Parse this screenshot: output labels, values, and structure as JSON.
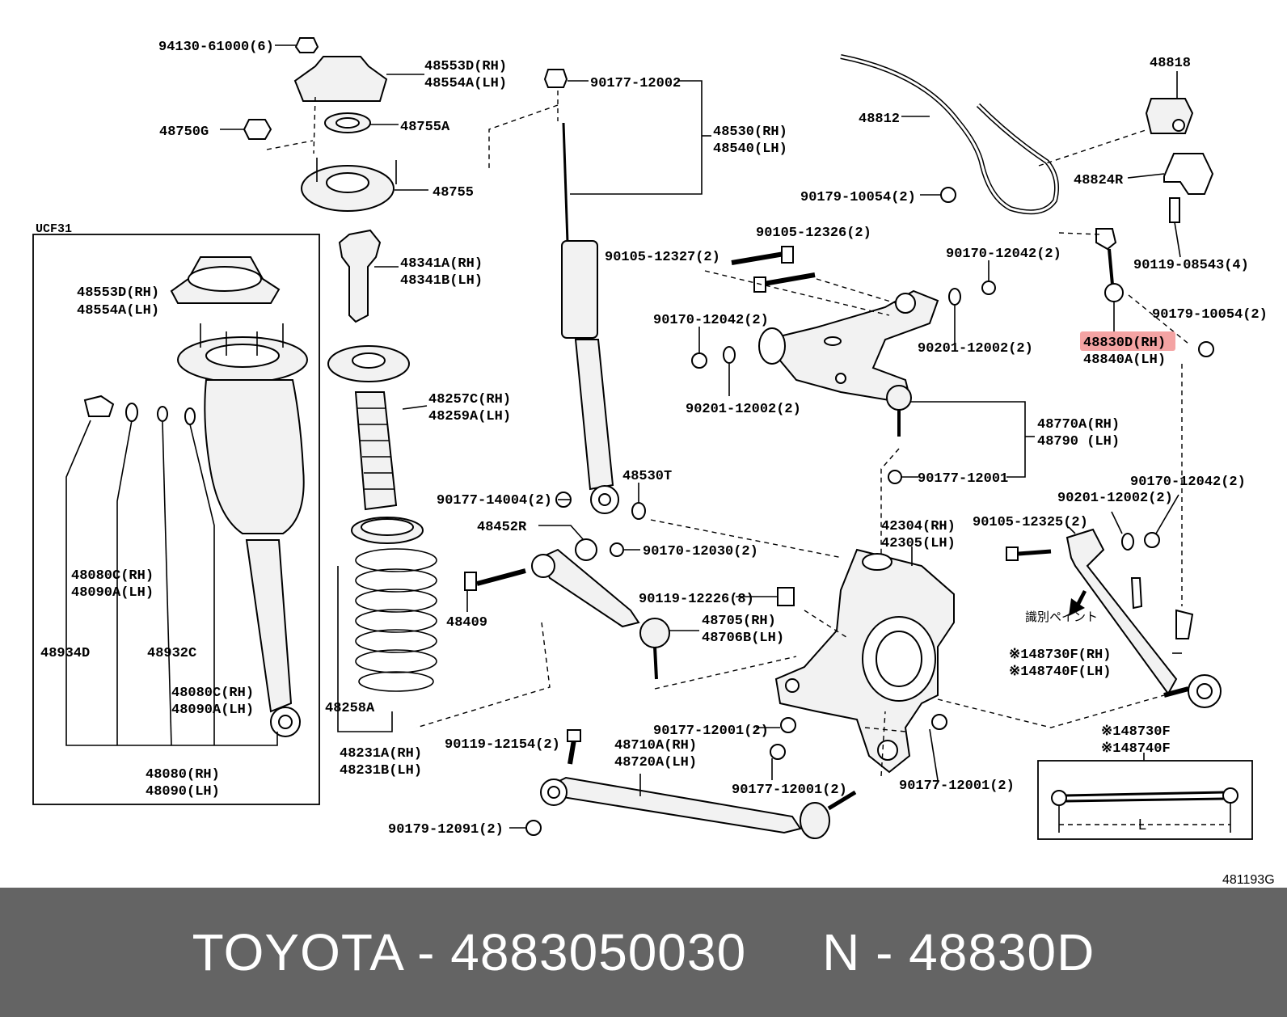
{
  "diagram": {
    "variant_label": "UCF31",
    "figure_code": "481193G",
    "highlight_color": "#f4a3a3",
    "identification_paint_note": "識別ペイント",
    "dimension_label": "L",
    "labels": {
      "l_94130": "94130-61000(6)",
      "l_48553d_top_rh": "48553D(RH)",
      "l_48554a_top_lh": "48554A(LH)",
      "l_48750g": "48750G",
      "l_48755a": "48755A",
      "l_48755": "48755",
      "l_90177_12002": "90177-12002",
      "l_48530_rh": "48530(RH)",
      "l_48540_lh": "48540(LH)",
      "l_48812": "48812",
      "l_48818": "48818",
      "l_48824r": "48824R",
      "l_90179_10054_a": "90179-10054(2)",
      "l_90105_12326": "90105-12326(2)",
      "l_90105_12327": "90105-12327(2)",
      "l_90170_12042_a": "90170-12042(2)",
      "l_90119_08543": "90119-08543(4)",
      "l_90179_10054_b": "90179-10054(2)",
      "l_48830d_rh": "48830D(RH)",
      "l_48840a_lh": "48840A(LH)",
      "l_90170_12042_b": "90170-12042(2)",
      "l_90201_12002_a": "90201-12002(2)",
      "l_90201_12002_b": "90201-12002(2)",
      "l_48341a_rh": "48341A(RH)",
      "l_48341b_lh": "48341B(LH)",
      "l_48553d_box_rh": "48553D(RH)",
      "l_48554a_box_lh": "48554A(LH)",
      "l_48257c_rh": "48257C(RH)",
      "l_48259a_lh": "48259A(LH)",
      "l_48770a_rh": "48770A(RH)",
      "l_48790_lh": "48790  (LH)",
      "l_90177_12001_a": "90177-12001",
      "l_48530t": "48530T",
      "l_90177_14004": "90177-14004(2)",
      "l_90170_12042_c": "90170-12042(2)",
      "l_90201_12002_c": "90201-12002(2)",
      "l_48452r": "48452R",
      "l_90170_12030": "90170-12030(2)",
      "l_42304_rh": "42304(RH)",
      "l_42305_lh": "42305(LH)",
      "l_90105_12325": "90105-12325(2)",
      "l_48080c_rh_a": "48080C(RH)",
      "l_48090a_lh_a": "48090A(LH)",
      "l_48409": "48409",
      "l_90119_12226": "90119-12226(8)",
      "l_48705_rh": "48705(RH)",
      "l_48706b_lh": "48706B(LH)",
      "l_48934d": "48934D",
      "l_48932c": "48932C",
      "l_148730f_rh": "※148730F(RH)",
      "l_148740f_lh": "※148740F(LH)",
      "l_48080c_rh_b": "48080C(RH)",
      "l_48090a_lh_b": "48090A(LH)",
      "l_48258a": "48258A",
      "l_90177_12001_b": "90177-12001(2)",
      "l_148730f_box": "※148730F",
      "l_148740f_box": "※148740F",
      "l_90119_12154": "90119-12154(2)",
      "l_48710a_rh": "48710A(RH)",
      "l_48720a_lh": "48720A(LH)",
      "l_48080_rh": "48080(RH)",
      "l_48090_lh": "48090(LH)",
      "l_48231a_rh": "48231A(RH)",
      "l_48231b_lh": "48231B(LH)",
      "l_90177_12001_c": "90177-12001(2)",
      "l_90177_12001_d": "90177-12001(2)",
      "l_90179_12091": "90179-12091(2)"
    }
  },
  "footer": {
    "caption": "TOYOTA - 4883050030     N - 48830D"
  }
}
